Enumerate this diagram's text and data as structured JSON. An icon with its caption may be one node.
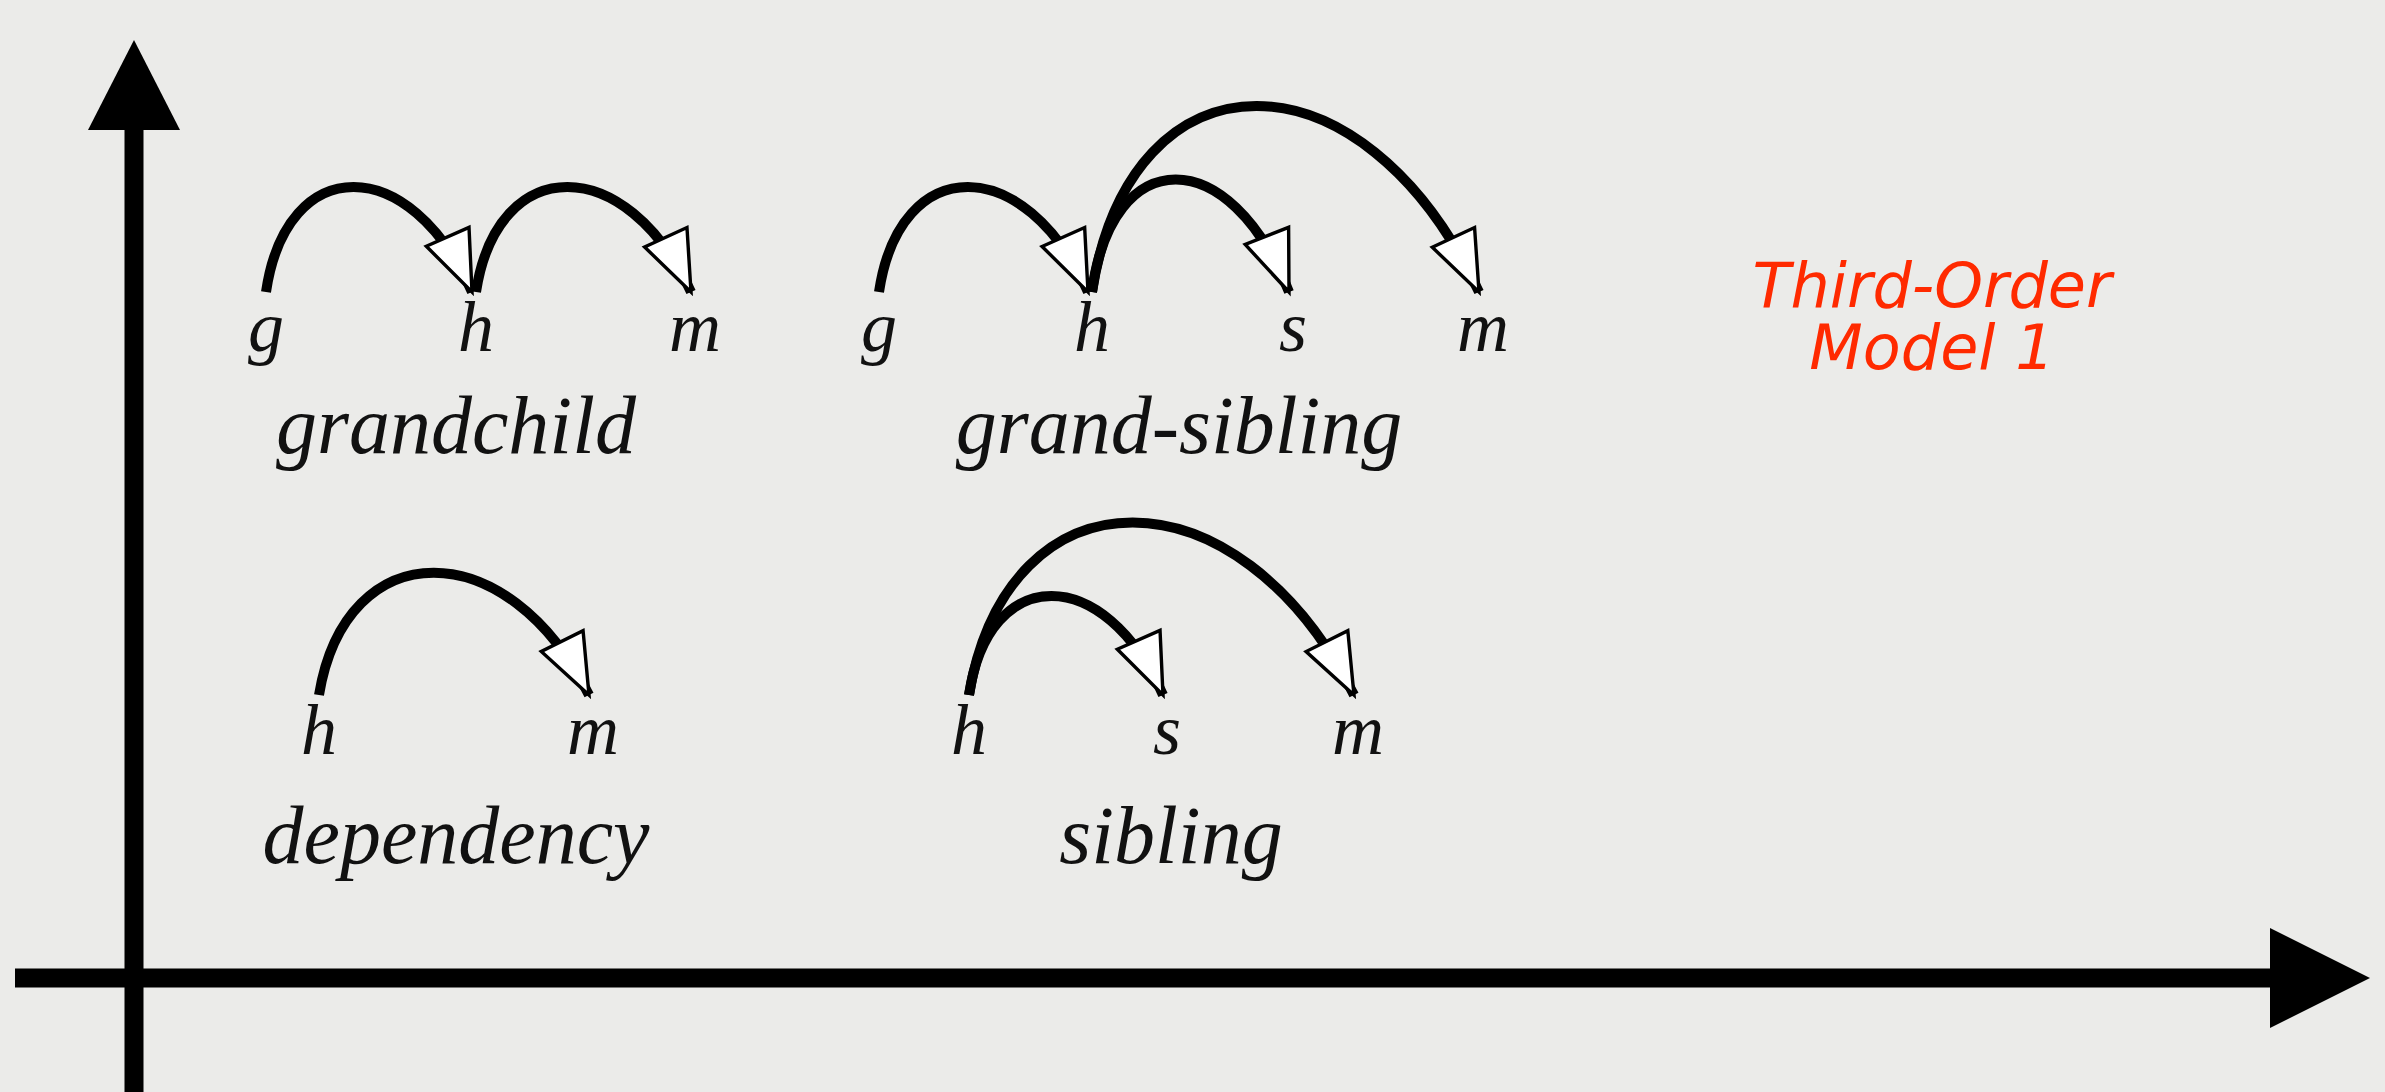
{
  "diagram": {
    "nodes": [
      {
        "text": [
          "g"
        ]
      },
      {
        "text": [
          "h"
        ]
      },
      {
        "text": [
          "m"
        ]
      },
      {
        "text": [
          "g"
        ]
      },
      {
        "text": [
          "h"
        ]
      },
      {
        "text": [
          "s"
        ]
      },
      {
        "text": [
          "m"
        ]
      },
      {
        "text": [
          "h"
        ]
      },
      {
        "text": [
          "m"
        ]
      },
      {
        "text": [
          "h"
        ]
      },
      {
        "text": [
          "s"
        ]
      },
      {
        "text": [
          "m"
        ]
      }
    ],
    "edges": [
      {
        "from": 0,
        "to": 1,
        "arrow": "to"
      },
      {
        "from": 1,
        "to": 2,
        "arrow": "to"
      },
      {
        "from": 3,
        "to": 4,
        "arrow": "to"
      },
      {
        "from": 4,
        "to": 5,
        "arrow": "to"
      },
      {
        "from": 4,
        "to": 6,
        "arrow": "to"
      },
      {
        "from": 7,
        "to": 8,
        "arrow": "to"
      },
      {
        "from": 9,
        "to": 10,
        "arrow": "to"
      },
      {
        "from": 9,
        "to": 11,
        "arrow": "to"
      }
    ],
    "labels": [
      "grandchild",
      "grand-sibling",
      "Third-Order Model 1",
      "dependency",
      "sibling"
    ]
  }
}
